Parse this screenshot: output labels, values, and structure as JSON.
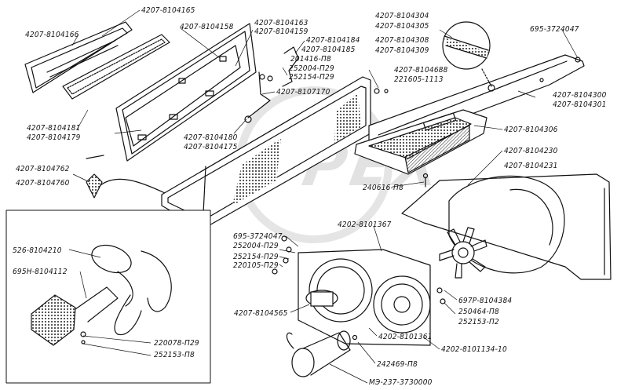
{
  "watermark": {
    "text": "OPEX",
    "color": "#9a9a9a"
  },
  "labels": {
    "l01": "4207-8104165",
    "l02": "4207-8104166",
    "l03": "4207-8104158",
    "l04": "4207-8104163",
    "l05": "4207-8104159",
    "l06": "4207-8104184",
    "l07": "4207-8104185",
    "l08": "201416-П8",
    "l09": "252004-П29",
    "l10": "252154-П29",
    "l11": "4207-8104304",
    "l12": "4207-8104305",
    "l13": "4207-8104308",
    "l14": "4207-8104309",
    "l15": "695-3724047",
    "l16": "4207-8104688",
    "l17": "221605-1113",
    "l18": "4207-8104300",
    "l19": "4207-8104301",
    "l20": "4207-8107170",
    "l21": "4207-8104181",
    "l22": "4207-8104179",
    "l23": "4207-8104180",
    "l24": "4207-8104175",
    "l25": "4207-8104306",
    "l26": "4207-8104762",
    "l27": "4207-8104760",
    "l28": "4207-8104230",
    "l29": "4207-8104231",
    "l30": "240616-П8",
    "l31": "526-8104210",
    "l32": "695Н-8104112",
    "l33": "695-3724047",
    "l34": "252004-П29",
    "l35": "252154-П29",
    "l36": "220105-П29",
    "l37": "4202-8101367",
    "l38": "4207-8104565",
    "l39": "220078-П29",
    "l40": "252153-П8",
    "l41": "4202-8101361",
    "l42": "242469-П8",
    "l43": "МЭ-237-3730000",
    "l44": "4202-8101134-10",
    "l45": "697Р-8104384",
    "l46": "250464-П8",
    "l47": "252153-П2"
  }
}
